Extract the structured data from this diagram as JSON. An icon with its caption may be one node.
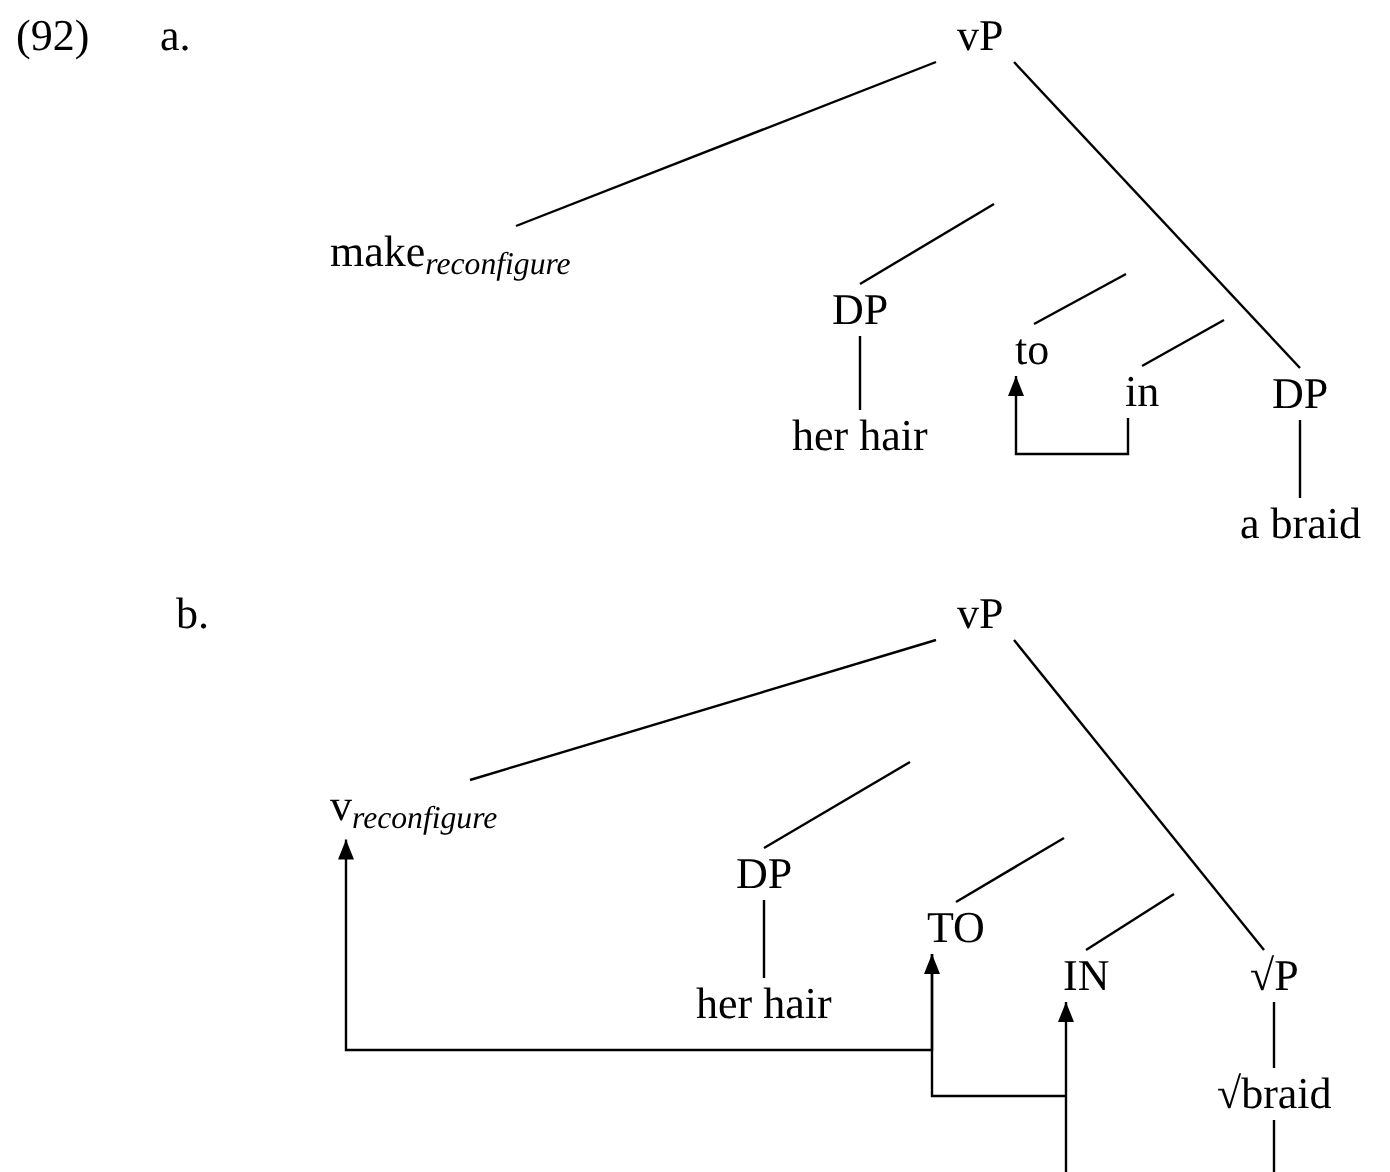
{
  "diagram": {
    "nodes": [
      {
        "text": [
          "vP"
        ]
      },
      {
        "text": [
          "make$_{reconfigure}$"
        ]
      },
      {
        "text": [
          "DP"
        ]
      },
      {
        "text": [
          "her hair"
        ]
      },
      {
        "text": [
          "to"
        ]
      },
      {
        "text": [
          "in"
        ]
      },
      {
        "text": [
          "DP"
        ]
      },
      {
        "text": [
          "a braid"
        ]
      },
      {
        "text": [
          "vP"
        ]
      },
      {
        "text": [
          "v$_{reconfigure}$"
        ]
      },
      {
        "text": [
          "DP"
        ]
      },
      {
        "text": [
          "her hair"
        ]
      },
      {
        "text": [
          "TO"
        ]
      },
      {
        "text": [
          "IN"
        ]
      },
      {
        "text": [
          "√P"
        ]
      },
      {
        "text": [
          "√braid"
        ]
      }
    ],
    "edges": [
      {
        "from": 0,
        "to": 1,
        "arrow": "none"
      },
      {
        "from": 0,
        "to": 6,
        "arrow": "none"
      },
      {
        "from": null,
        "to": 2,
        "arrow": "none"
      },
      {
        "from": 2,
        "to": 3,
        "arrow": "none"
      },
      {
        "from": null,
        "to": 4,
        "arrow": "none"
      },
      {
        "from": null,
        "to": 5,
        "arrow": "none"
      },
      {
        "from": 6,
        "to": 7,
        "arrow": "none"
      },
      {
        "from": 5,
        "to": 4,
        "arrow": "to"
      },
      {
        "from": 8,
        "to": 9,
        "arrow": "none"
      },
      {
        "from": 8,
        "to": 14,
        "arrow": "none"
      },
      {
        "from": null,
        "to": 10,
        "arrow": "none"
      },
      {
        "from": 10,
        "to": 11,
        "arrow": "none"
      },
      {
        "from": null,
        "to": 12,
        "arrow": "none"
      },
      {
        "from": null,
        "to": 13,
        "arrow": "none"
      },
      {
        "from": 14,
        "to": 15,
        "arrow": "none"
      },
      {
        "from": 15,
        "to": null,
        "arrow": "none"
      },
      {
        "from": null,
        "to": 13,
        "arrow": "to"
      },
      {
        "from": null,
        "to": 12,
        "arrow": "to"
      },
      {
        "from": 12,
        "to": 9,
        "arrow": "to"
      }
    ],
    "labels": [
      "(92)",
      "a.",
      "b."
    ]
  }
}
